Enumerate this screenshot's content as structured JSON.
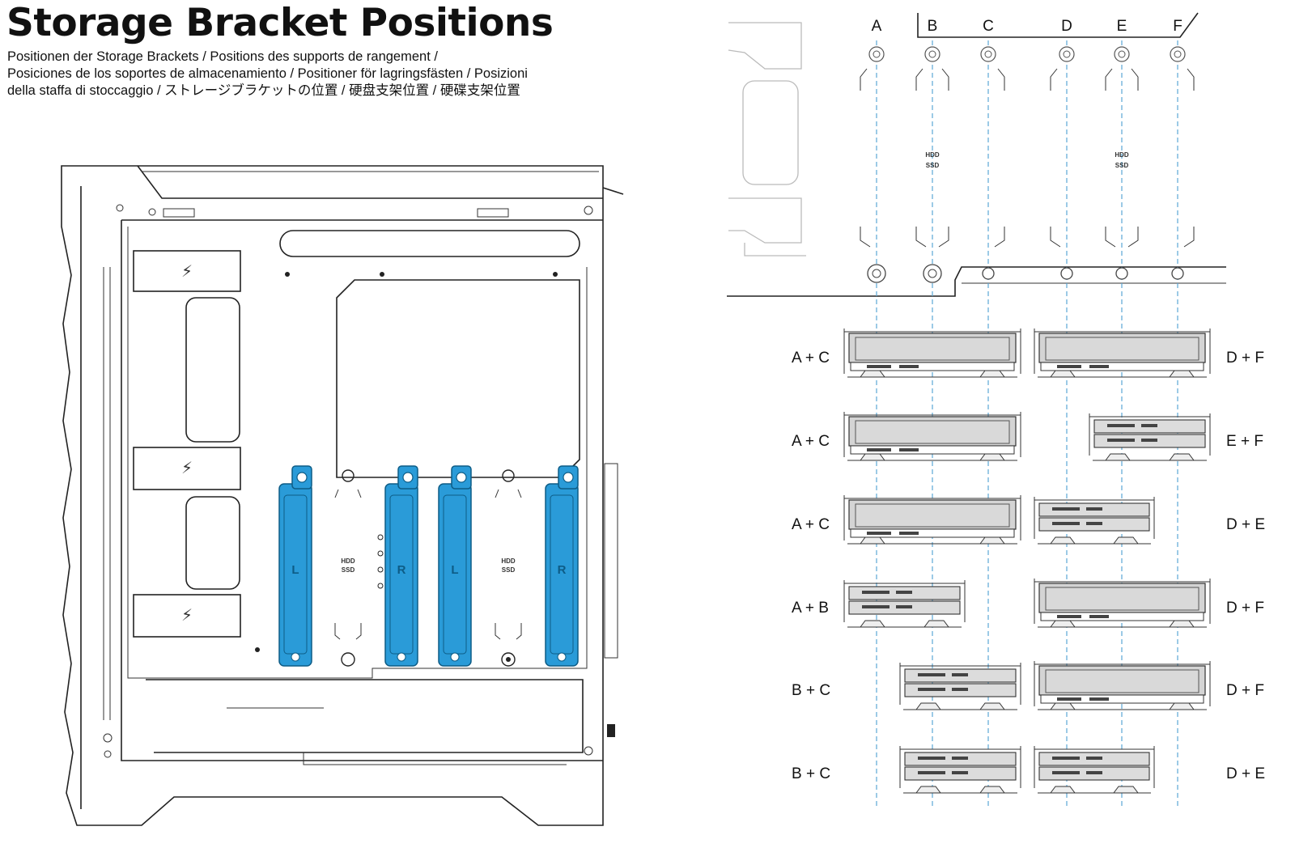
{
  "title": "Storage Bracket Positions",
  "subtitle_lines": [
    "Positionen der Storage Brackets / Positions des supports de rangement /",
    "Posiciones de los soportes de almacenamiento / Positioner för lagringsfästen / Posizioni",
    "della staffa di stoccaggio / ストレージブラケットの位置 / 硬盘支架位置 / 硬碟支架位置"
  ],
  "columns": [
    "A",
    "B",
    "C",
    "D",
    "E",
    "F"
  ],
  "drive_label_line1": "HDD",
  "drive_label_line2": "SSD",
  "bracket_left": "L",
  "bracket_right": "R",
  "configurations": [
    {
      "left": "A + C",
      "left_drive": "hdd",
      "right": "D + F",
      "right_drive": "hdd"
    },
    {
      "left": "A + C",
      "left_drive": "hdd",
      "right": "E + F",
      "right_drive": "ssd"
    },
    {
      "left": "A + C",
      "left_drive": "hdd",
      "right": "D + E",
      "right_drive": "ssd"
    },
    {
      "left": "A + B",
      "left_drive": "ssd",
      "right": "D + F",
      "right_drive": "hdd"
    },
    {
      "left": "B + C",
      "left_drive": "ssd",
      "right": "D + F",
      "right_drive": "hdd"
    },
    {
      "left": "B + C",
      "left_drive": "ssd",
      "right": "D + E",
      "right_drive": "ssd"
    }
  ],
  "colors": {
    "bracket": "#2a9bd8",
    "bracket_dark": "#0d5c86",
    "guide_line": "#5aa7d6",
    "line": "#222222"
  }
}
